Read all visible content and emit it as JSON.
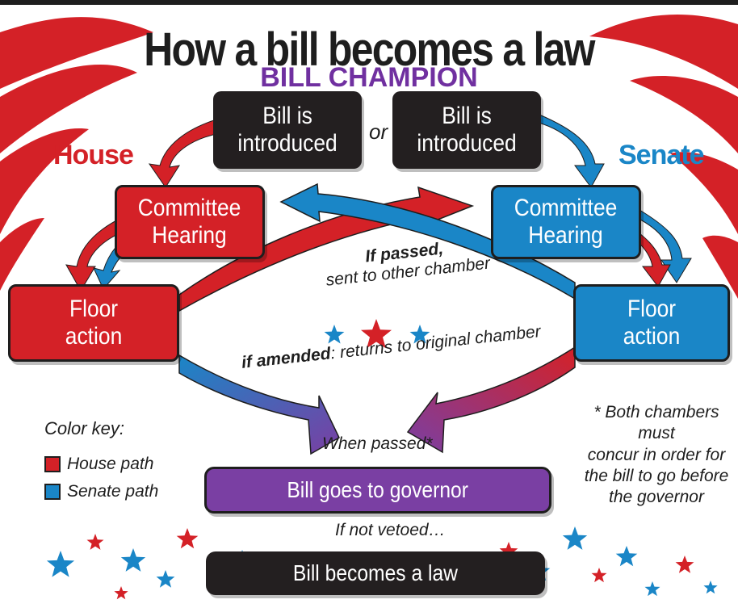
{
  "title": "How a bill becomes a law",
  "subtitle": "BILL CHAMPION",
  "house_label": "House",
  "senate_label": "Senate",
  "or_label": "or",
  "house_introduced": "Bill is\nintroduced",
  "senate_introduced": "Bill is\nintroduced",
  "house_committee": "Committee\nHearing",
  "senate_committee": "Committee\nHearing",
  "house_floor": "Floor\naction",
  "senate_floor": "Floor\naction",
  "if_passed_bold": "If passed,",
  "if_passed_rest": "sent to other chamber",
  "if_amended_bold": "if amended",
  "if_amended_rest": ": returns to original chamber",
  "when_passed": "When passed*",
  "governor": "Bill goes to governor",
  "not_vetoed": "If not vetoed…",
  "law": "Bill becomes a law",
  "color_key": {
    "title": "Color key:",
    "house": "House path",
    "senate": "Senate path"
  },
  "footnote": "* Both chambers must\nconcur in order for\nthe bill to go before\nthe governor",
  "colors": {
    "house": "#d42127",
    "senate": "#1a86c7",
    "governor": "#7a3fa3",
    "dark": "#231f20"
  },
  "icons": [
    "red-star",
    "blue-star"
  ]
}
